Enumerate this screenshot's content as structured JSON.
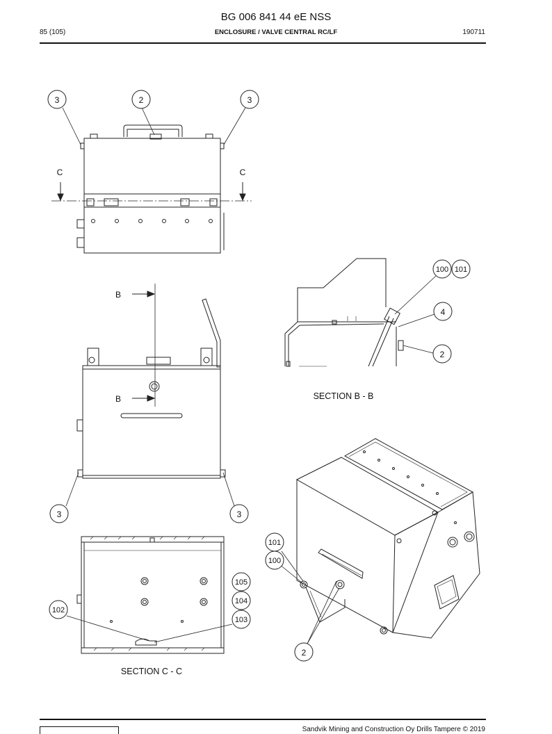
{
  "header": {
    "title": "BG 006 841 44 eE NSS",
    "page": "85 (105)",
    "subtitle": "ENCLOSURE / VALVE CENTRAL RC/LF",
    "date": "190711"
  },
  "callouts": {
    "c3": "3",
    "c2": "2",
    "c4": "4",
    "c100": "100",
    "c101": "101",
    "c102": "102",
    "c103": "103",
    "c104": "104",
    "c105": "105"
  },
  "section_markers": {
    "c": "C",
    "b": "B"
  },
  "section_labels": {
    "bb": "SECTION B - B",
    "cc": "SECTION C - C"
  },
  "footer": {
    "copyright": "Sandvik Mining and Construction Oy Drills Tampere © 2019"
  }
}
